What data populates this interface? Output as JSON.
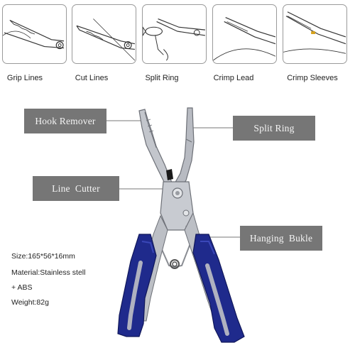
{
  "uses": [
    {
      "label": "Grip Lines",
      "icon": "grip-lines-icon"
    },
    {
      "label": "Cut Lines",
      "icon": "cut-lines-icon"
    },
    {
      "label": "Split Ring",
      "icon": "split-ring-icon"
    },
    {
      "label": "Crimp Lead",
      "icon": "crimp-lead-icon"
    },
    {
      "label": "Crimp Sleeves",
      "icon": "crimp-sleeves-icon"
    }
  ],
  "callouts": {
    "hook_remover": "Hook Remover",
    "split_ring": "Split Ring",
    "line_cutter": "Line  Cutter",
    "hanging_buckle": "Hanging  Bukle"
  },
  "specs": {
    "size": "Size:165*56*16mm",
    "material": "Material:Stainless stell",
    "material_cont": "+ ABS",
    "weight": "Weight:82g"
  },
  "colors": {
    "handle": "#1f2a8c",
    "handle_grip": "#c9c9c9",
    "steel": "#b9bcc2",
    "callout_bg": "#767676"
  }
}
